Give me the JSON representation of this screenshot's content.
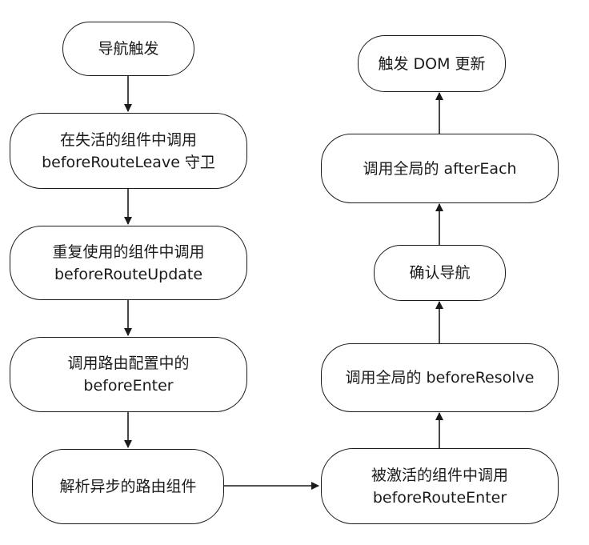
{
  "diagram": {
    "colors": {
      "stroke": "#1a1a1a",
      "fill": "#ffffff",
      "text": "#1a1a1a"
    },
    "nodes": {
      "nav_trigger": {
        "lines": [
          "导航触发"
        ]
      },
      "leave_guard": {
        "lines": [
          "在失活的组件中调用",
          "beforeRouteLeave 守卫"
        ]
      },
      "update_guard": {
        "lines": [
          "重复使用的组件中调用",
          "beforeRouteUpdate"
        ]
      },
      "before_enter": {
        "lines": [
          "调用路由配置中的",
          "beforeEnter"
        ]
      },
      "resolve_async": {
        "lines": [
          "解析异步的路由组件"
        ]
      },
      "route_enter": {
        "lines": [
          "被激活的组件中调用",
          "beforeRouteEnter"
        ]
      },
      "before_resolve": {
        "lines": [
          "调用全局的 beforeResolve"
        ]
      },
      "confirm_nav": {
        "lines": [
          "确认导航"
        ]
      },
      "after_each": {
        "lines": [
          "调用全局的 afterEach"
        ]
      },
      "dom_update": {
        "lines": [
          "触发 DOM 更新"
        ]
      }
    }
  }
}
